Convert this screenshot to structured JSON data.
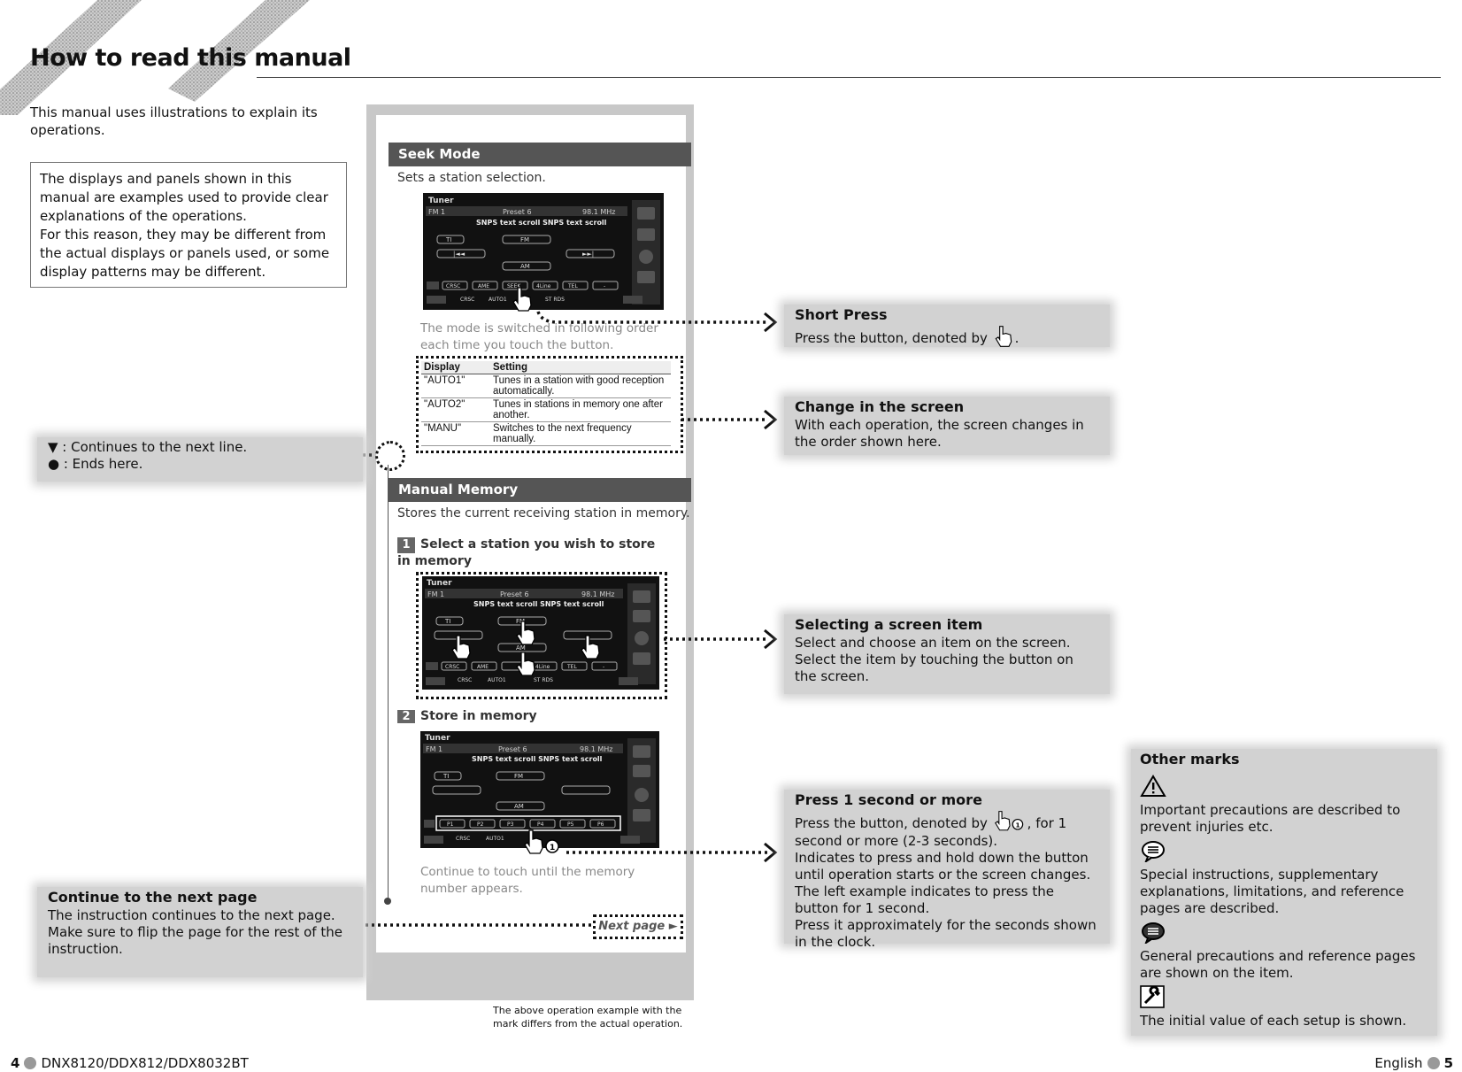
{
  "page": {
    "title": "How to read this manual",
    "intro": "This manual uses illustrations to explain its operations.",
    "note": [
      "The displays and panels shown in this manual are examples used to provide clear explanations of the operations.",
      "For this reason, they may be different from the actual displays or panels used, or some display patterns may be different."
    ]
  },
  "example": {
    "seek": {
      "header": "Seek Mode",
      "desc": "Sets a station selection.",
      "mode_text": "The mode is switched in following order each time you touch the button.",
      "table": {
        "headers": [
          "Display",
          "Setting"
        ],
        "rows": [
          [
            "\"AUTO1\"",
            "Tunes in a station with good reception automatically."
          ],
          [
            "\"AUTO2\"",
            "Tunes in stations in memory one after another."
          ],
          [
            "\"MANU\"",
            "Switches to the next frequency manually."
          ]
        ]
      }
    },
    "manual": {
      "header": "Manual Memory",
      "desc": "Stores the current receiving station in memory.",
      "step1_num": "1",
      "step1": "Select a station you wish to store in memory",
      "step2_num": "2",
      "step2": "Store in memory",
      "continue_text": "Continue to touch until the memory number appears.",
      "next_page": "Next page ►"
    },
    "caption": "The above operation example with the mark differs from the actual operation."
  },
  "screen": {
    "title": "Tuner",
    "band": "FM  1",
    "preset": "Preset  6",
    "freq": "98.1  MHz",
    "scroll": "SNPS text scroll SNPS text scroll",
    "btn_ti": "TI",
    "btn_fm": "FM",
    "btn_am": "AM",
    "bottom_btns": [
      "CRSC",
      "AME",
      "SEEK",
      "4Line",
      "TEL",
      "-"
    ],
    "preset_btns": [
      "P1",
      "P2",
      "P3",
      "P4",
      "P5",
      "P6"
    ],
    "status": [
      "CRSC",
      "AUTO1",
      "ST",
      "RDS"
    ],
    "tel": "TEL"
  },
  "callouts": {
    "short_press": {
      "title": "Short Press",
      "body": "Press the button, denoted by"
    },
    "change": {
      "title": "Change in the screen",
      "body": "With each operation, the screen changes in the order shown here."
    },
    "selecting": {
      "title": "Selecting a screen item",
      "body": "Select and choose an item on the screen. Select the item by touching the button on the screen."
    },
    "press1": {
      "title": "Press 1 second or more",
      "body1": "Press the button, denoted by",
      "body2": ", for 1 second or more (2-3 seconds).",
      "body3": "Indicates to press and hold down the button until operation starts or the screen changes. The left example indicates to press the button for 1 second.",
      "body4": "Press it approximately for the seconds shown in the clock."
    },
    "continues": {
      "line1": "▼ : Continues to the next line.",
      "line2": "● : Ends here."
    },
    "next_page": {
      "title": "Continue to the next page",
      "body": "The instruction continues to the next page. Make sure to flip the page for the rest of the instruction."
    },
    "other_marks": {
      "title": "Other marks",
      "items": [
        "Important precautions are described to prevent injuries etc.",
        "Special instructions, supplementary explanations, limitations, and reference pages are described.",
        "General precautions and reference pages are shown on the item.",
        "The initial value of each setup is shown."
      ]
    }
  },
  "footer": {
    "left_page": "4",
    "model": "DNX8120/DDX812/DDX8032BT",
    "language": "English",
    "right_page": "5"
  }
}
